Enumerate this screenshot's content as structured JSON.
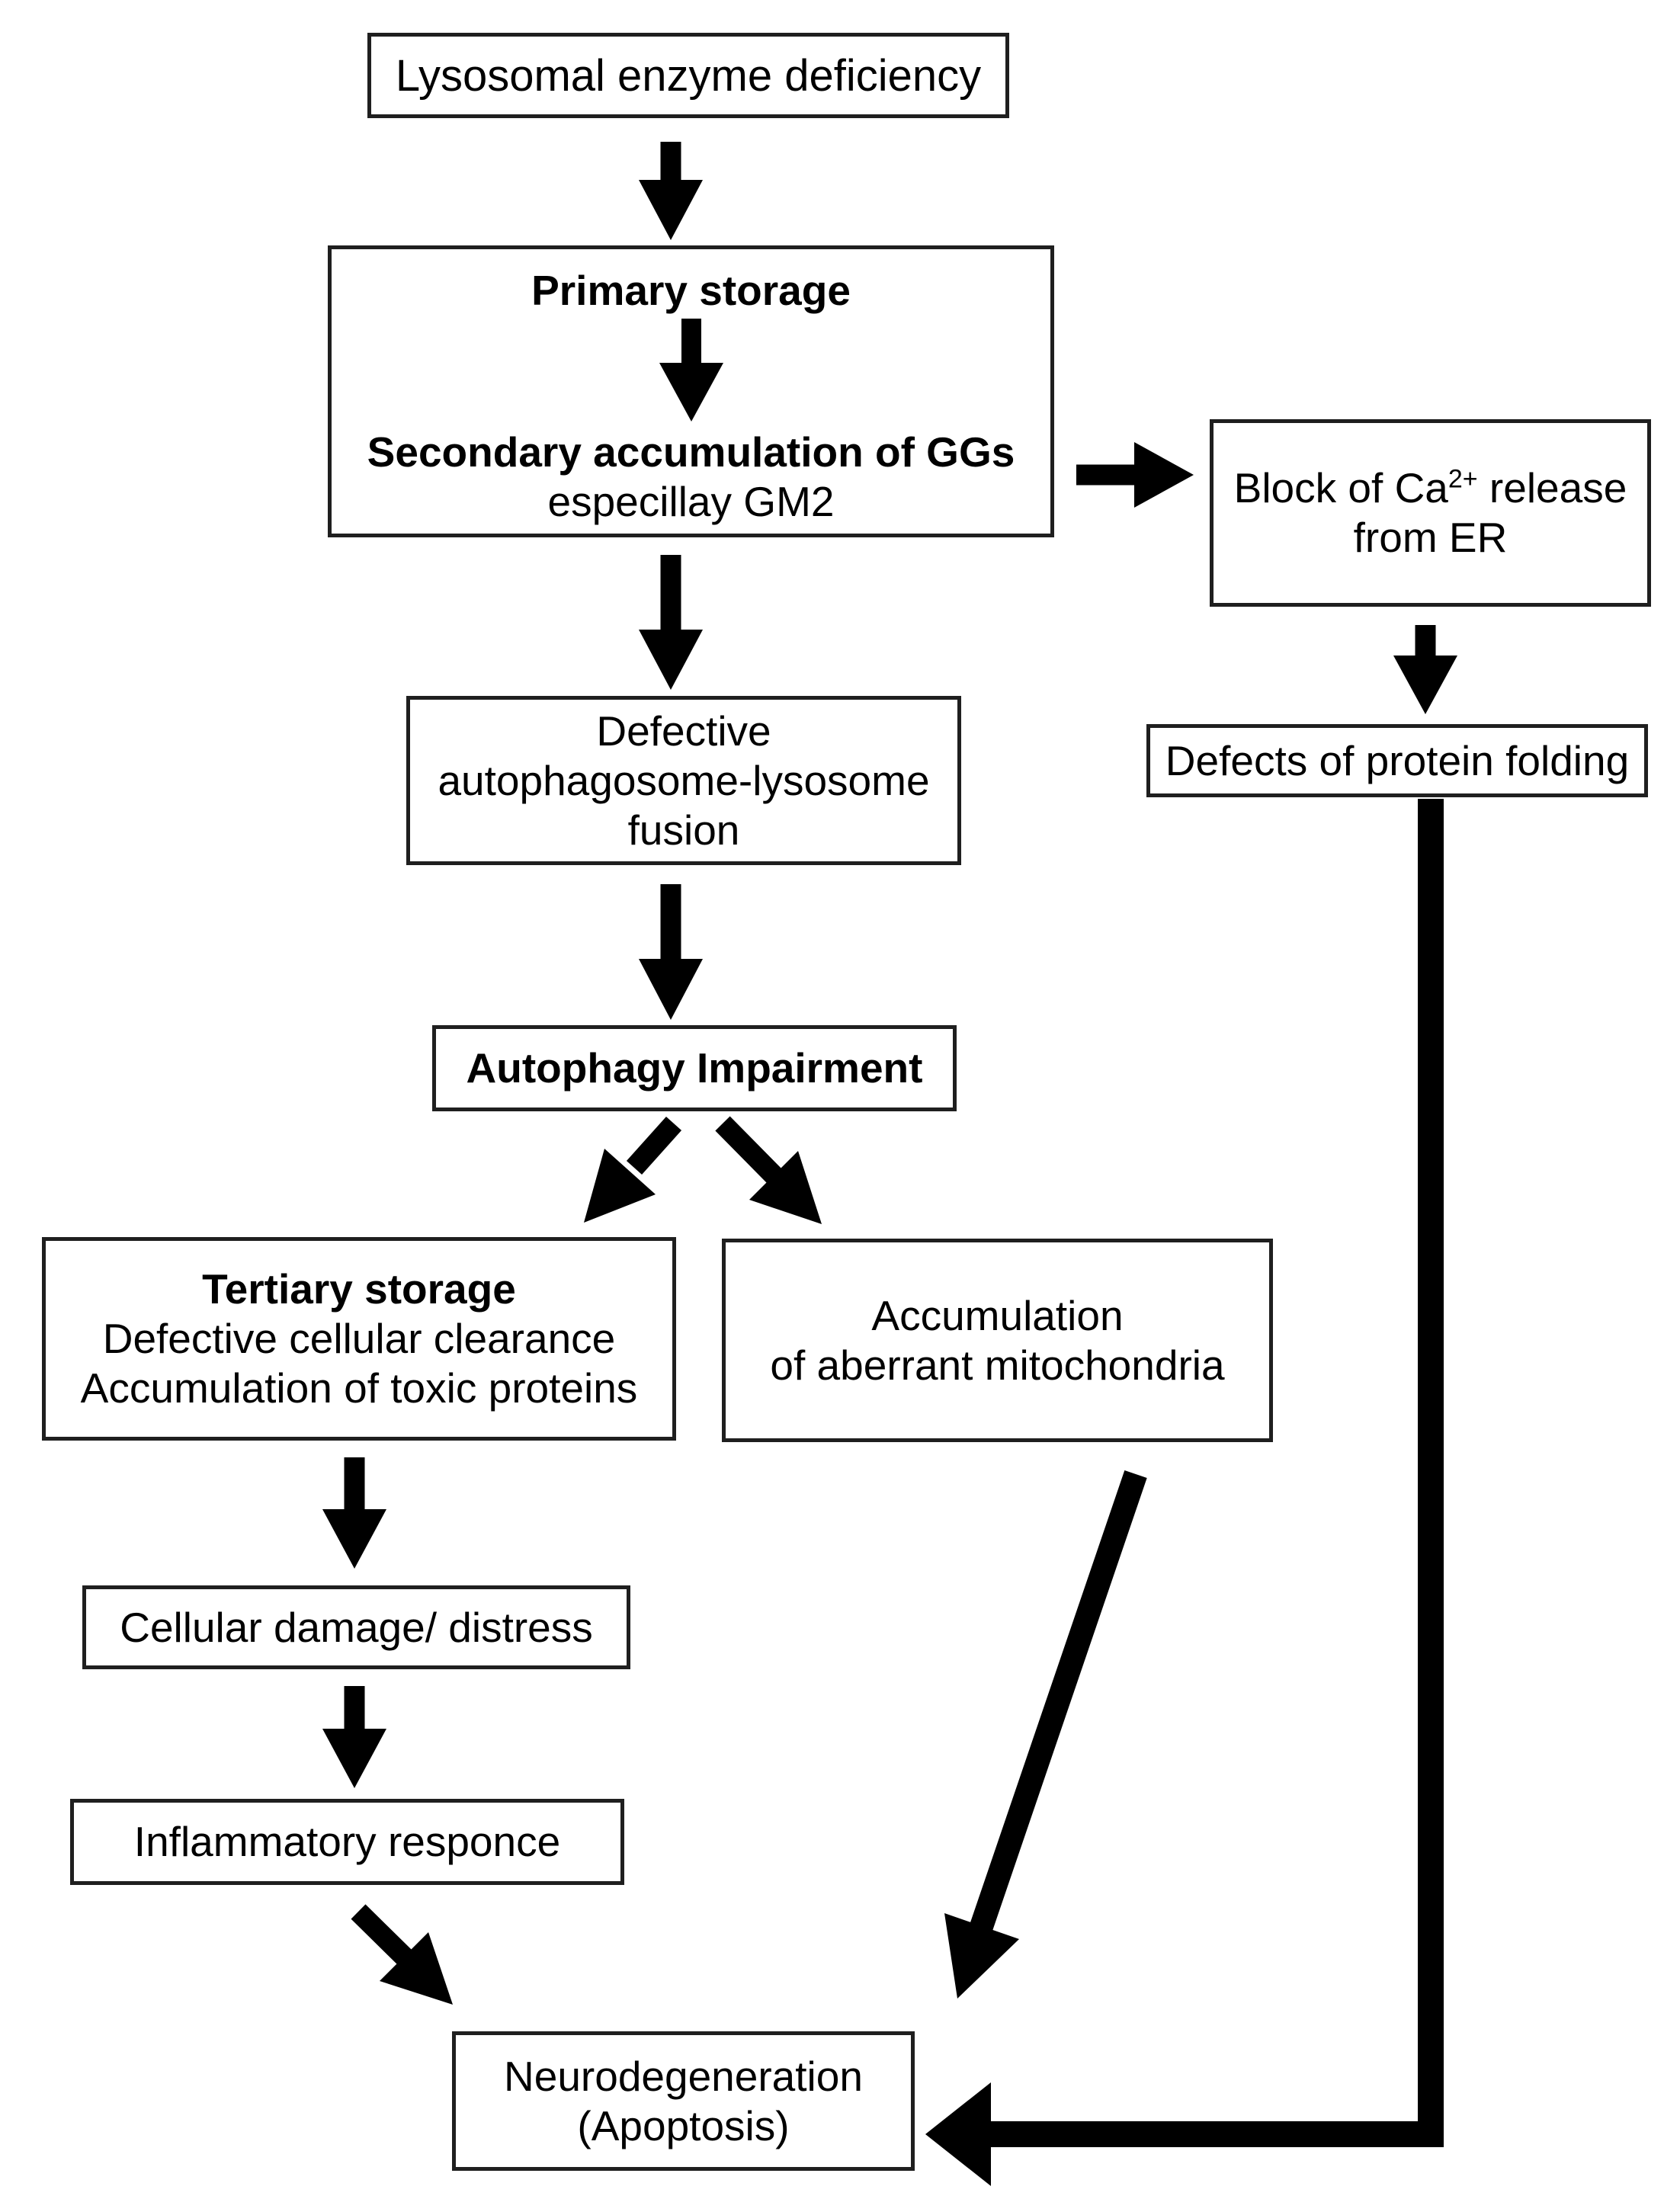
{
  "page": {
    "background": "#ffffff",
    "ink": "#000000",
    "border_color": "#1f1f1f"
  },
  "nodes": {
    "lysosomal": {
      "label": "Lysosomal enzyme deficiency"
    },
    "storage": {
      "title": "Primary storage",
      "line2": "Secondary accumulation of GGs",
      "line3": "especillay GM2"
    },
    "ca_block": {
      "line1_pre": "Block of Ca",
      "line1_sup": "2+",
      "line1_post": " release",
      "line2": "from ER"
    },
    "protein_folding": {
      "label": "Defects of protein folding"
    },
    "fusion": {
      "line1": "Defective",
      "line2": "autophagosome-lysosome",
      "line3": "fusion"
    },
    "autophagy": {
      "label": "Autophagy Impairment"
    },
    "tertiary": {
      "title": "Tertiary storage",
      "line2": "Defective cellular clearance",
      "line3": "Accumulation of toxic proteins"
    },
    "mitochondria": {
      "line1": "Accumulation",
      "line2": "of aberrant mitochondria"
    },
    "cellular_damage": {
      "label": "Cellular damage/ distress"
    },
    "inflammatory": {
      "label": "Inflammatory responce"
    },
    "neurodegeneration": {
      "line1": "Neurodegeneration",
      "line2": "(Apoptosis)"
    }
  },
  "edges": [
    {
      "from": "lysosomal",
      "to": "storage"
    },
    {
      "from": "storage-primary",
      "to": "storage-secondary"
    },
    {
      "from": "storage",
      "to": "ca_block"
    },
    {
      "from": "ca_block",
      "to": "protein_folding"
    },
    {
      "from": "storage",
      "to": "fusion"
    },
    {
      "from": "fusion",
      "to": "autophagy"
    },
    {
      "from": "autophagy",
      "to": "tertiary"
    },
    {
      "from": "autophagy",
      "to": "mitochondria"
    },
    {
      "from": "tertiary",
      "to": "cellular_damage"
    },
    {
      "from": "cellular_damage",
      "to": "inflammatory"
    },
    {
      "from": "inflammatory",
      "to": "neurodegeneration"
    },
    {
      "from": "mitochondria",
      "to": "neurodegeneration"
    },
    {
      "from": "protein_folding",
      "to": "neurodegeneration"
    }
  ]
}
